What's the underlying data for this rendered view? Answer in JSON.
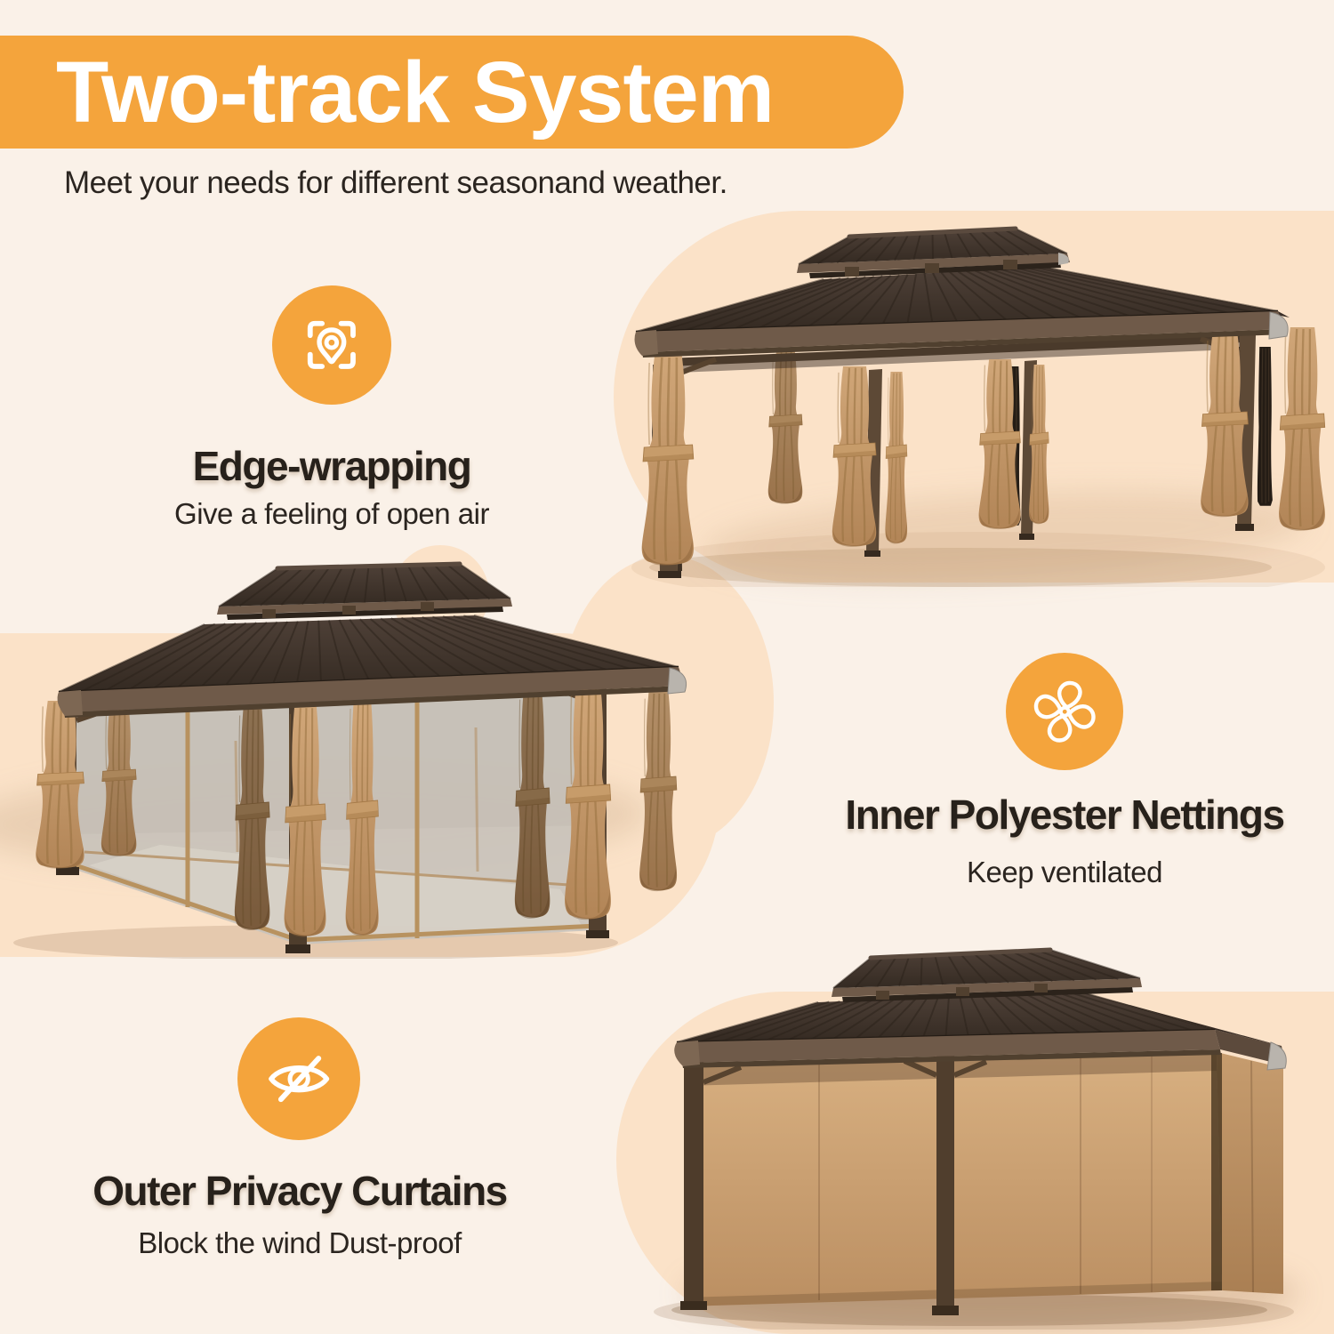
{
  "header": {
    "title": "Two-track System",
    "subtitle": "Meet your needs for different seasonand weather."
  },
  "features": [
    {
      "icon": "pin-scan-icon",
      "title": "Edge-wrapping",
      "subtitle": "Give a feeling of open air"
    },
    {
      "icon": "fan-icon",
      "title": "Inner Polyester Nettings",
      "subtitle": "Keep ventilated"
    },
    {
      "icon": "eye-off-icon",
      "title": "Outer Privacy Curtains",
      "subtitle": "Block the wind Dust-proof"
    }
  ],
  "images": [
    {
      "name": "gazebo-edge-wrapping",
      "description": "Hardtop double-roof gazebo with tan curtains tied open at the posts and black nettings"
    },
    {
      "name": "gazebo-nettings-closed",
      "description": "Hardtop gazebo with inner polyester nettings closed and curtains tied back"
    },
    {
      "name": "gazebo-privacy-closed",
      "description": "Hardtop gazebo fully enclosed by outer tan privacy curtains"
    }
  ],
  "colors": {
    "accent": "#F4A43C",
    "background": "#FAF1E8",
    "blob": "#FBE2C8",
    "text": "#2B2520",
    "banner_text": "#FFFFFF"
  }
}
